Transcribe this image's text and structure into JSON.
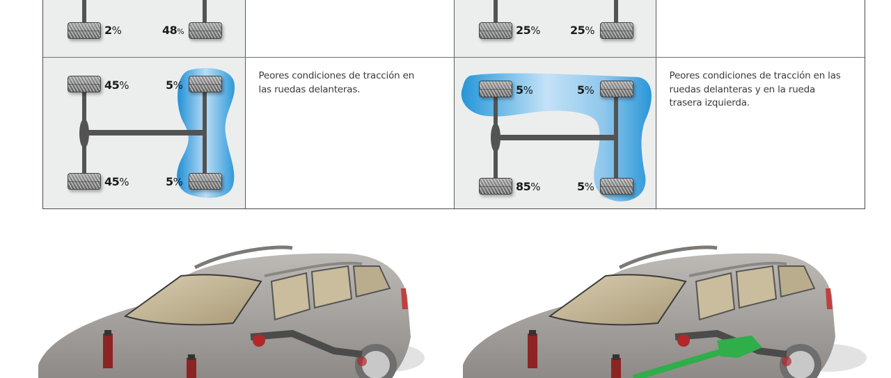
{
  "table": {
    "rows": [
      {
        "left_diagram": {
          "wheels": {
            "rear_left": "2",
            "rear_right": "48"
          },
          "pct_symbol": "%"
        },
        "left_description": "",
        "right_diagram": {
          "wheels": {
            "rear_left": "25",
            "rear_right": "25"
          },
          "pct_symbol": "%"
        },
        "right_description": ""
      },
      {
        "left_diagram": {
          "wheels": {
            "rear_left": "45",
            "front_left": "5",
            "rear_left_bottom": "45",
            "front_left_bottom": "5"
          },
          "labels": [
            "45",
            "5",
            "45",
            "5"
          ],
          "pct_symbol": "%",
          "highlight": "front-axle"
        },
        "left_description": "Peores condiciones de tracción en las ruedas delanteras.",
        "right_diagram": {
          "labels": [
            "5",
            "5",
            "85",
            "5"
          ],
          "pct_symbol": "%",
          "highlight": "front-axle-and-rear-left"
        },
        "right_description": "Peores condiciones de tracción en las ruedas delanteras y en la rueda trasera izquierda."
      }
    ]
  },
  "colors": {
    "diagram_bg": "#eceeed",
    "highlight_blue": "#2b95d8",
    "axle_gray": "#535353",
    "border": "#4a4a4a",
    "drivetrain_green": "#2fae4a",
    "suspension_red": "#b0282c",
    "car_body": "#a39f9c"
  },
  "images": {
    "left_car": "station-wagon-cutaway-front-wheel-drive",
    "right_car": "station-wagon-cutaway-all-wheel-drive-green-driveshaft"
  }
}
